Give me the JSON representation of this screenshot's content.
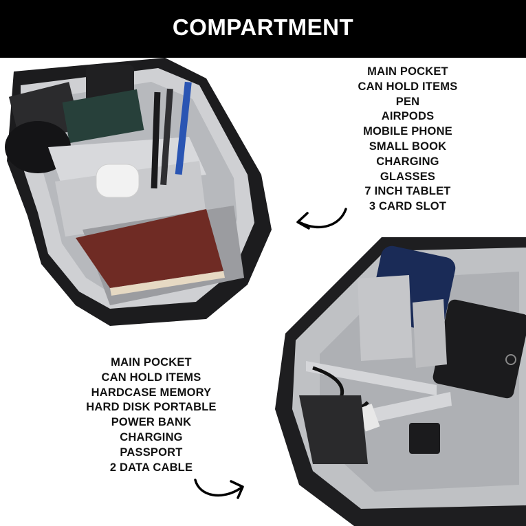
{
  "header": {
    "title": "COMPARTMENT"
  },
  "colors": {
    "header_bg": "#000000",
    "header_text": "#ffffff",
    "text": "#111111",
    "background": "#ffffff"
  },
  "photo_top_left": {
    "icon": "backpack-top-compartment-photo"
  },
  "photo_bottom_right": {
    "icon": "backpack-organizer-compartment-photo"
  },
  "caption_top": {
    "lines": [
      "MAIN POCKET",
      "CAN HOLD ITEMS",
      "PEN",
      "AIRPODS",
      "MOBILE PHONE",
      "SMALL BOOK",
      "CHARGING",
      "GLASSES",
      "7 INCH TABLET",
      "3 CARD SLOT"
    ]
  },
  "caption_bottom": {
    "lines": [
      "MAIN POCKET",
      "CAN HOLD ITEMS",
      "HARDCASE MEMORY",
      "HARD DISK PORTABLE",
      "POWER BANK",
      "CHARGING",
      "PASSPORT",
      "2 DATA CABLE"
    ]
  },
  "arrows": {
    "top": "curved-arrow-left-icon",
    "bottom": "curved-arrow-right-icon"
  }
}
